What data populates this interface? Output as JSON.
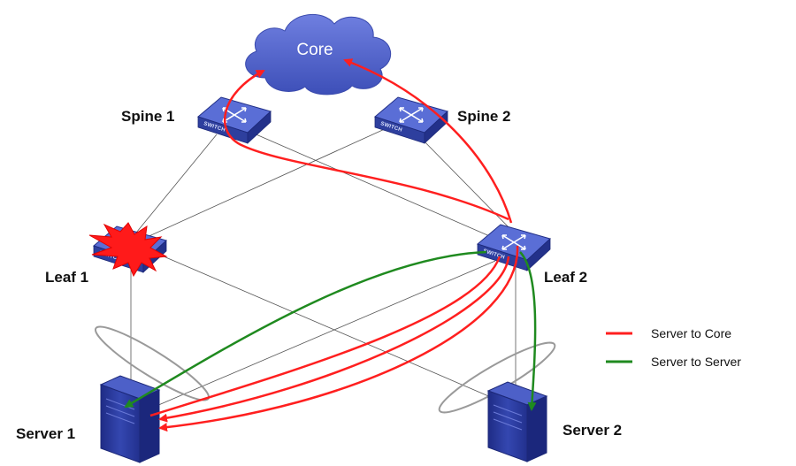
{
  "diagram": {
    "core_label": "Core",
    "switch_badge": "SWITCH",
    "nodes": {
      "spine1": "Spine 1",
      "spine2": "Spine 2",
      "leaf1": "Leaf 1",
      "leaf2": "Leaf 2",
      "server1": "Server 1",
      "server2": "Server 2"
    },
    "leaf1_status": "failed"
  },
  "legend": {
    "items": [
      {
        "label": "Server to Core",
        "color": "#ff1f1f"
      },
      {
        "label": "Server to Server",
        "color": "#1f8a1f"
      }
    ]
  },
  "colors": {
    "device_blue": "#2e3f9e",
    "device_top": "#5a6ed6",
    "cloud_blue": "#4a5cc8",
    "link_gray": "#555555",
    "failure_red": "#ff1a1a"
  }
}
